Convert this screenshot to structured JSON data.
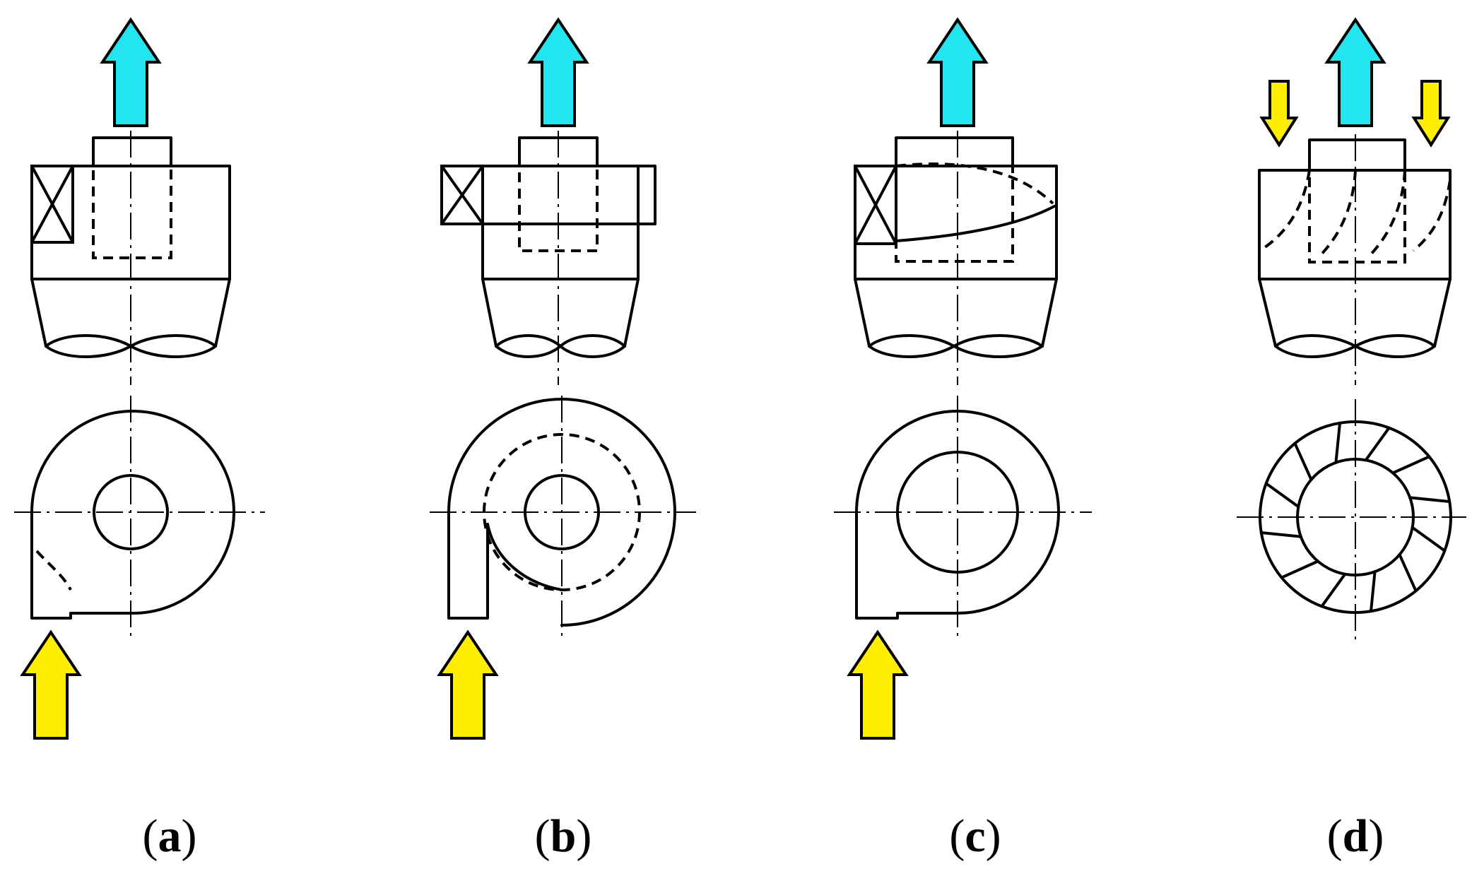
{
  "panels": [
    {
      "id": "a",
      "caption_open": "(",
      "caption_letter": "a",
      "caption_close": ")"
    },
    {
      "id": "b",
      "caption_open": "(",
      "caption_letter": "b",
      "caption_close": ")"
    },
    {
      "id": "c",
      "caption_open": "(",
      "caption_letter": "c",
      "caption_close": ")"
    },
    {
      "id": "d",
      "caption_open": "(",
      "caption_letter": "d",
      "caption_close": ")"
    }
  ],
  "colors": {
    "outlet_arrow": "#22e5f0",
    "inlet_arrow": "#ffee00",
    "line": "#000000"
  }
}
